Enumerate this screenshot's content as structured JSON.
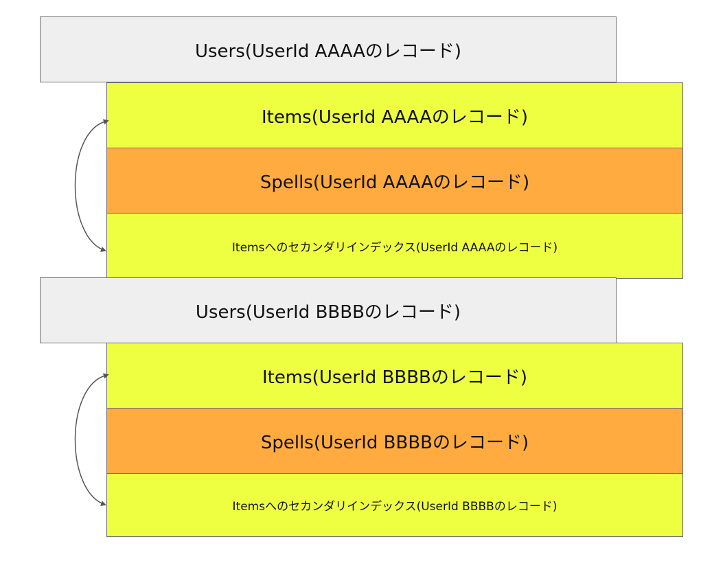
{
  "colors": {
    "users": "#efefef",
    "items": "#eeff41",
    "spells": "#ffab40",
    "index": "#eeff41",
    "border": "#6f6f6f",
    "arrow": "#555555"
  },
  "groups": [
    {
      "users_label": "Users(UserId AAAAのレコード)",
      "items_label": "Items(UserId AAAAのレコード)",
      "spells_label": "Spells(UserId AAAAのレコード)",
      "index_label": "Itemsへのセカンダリインデックス(UserId AAAAのレコード)"
    },
    {
      "users_label": "Users(UserId BBBBのレコード)",
      "items_label": "Items(UserId BBBBのレコード)",
      "spells_label": "Spells(UserId BBBBのレコード)",
      "index_label": "Itemsへのセカンダリインデックス(UserId BBBBのレコード)"
    }
  ]
}
